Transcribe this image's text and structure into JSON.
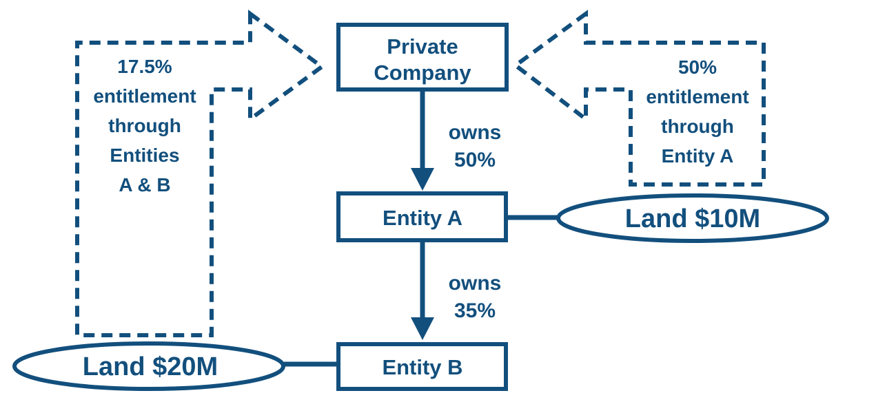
{
  "colors": {
    "accent": "#124F7D",
    "background": "#FFFFFF"
  },
  "diagram": {
    "nodes": {
      "private_company": {
        "line1": "Private",
        "line2": "Company"
      },
      "entity_a": {
        "label": "Entity A"
      },
      "entity_b": {
        "label": "Entity B"
      }
    },
    "ownership_edges": {
      "company_owns_a": {
        "line1": "owns",
        "line2": "50%"
      },
      "a_owns_b": {
        "line1": "owns",
        "line2": "35%"
      }
    },
    "assets": {
      "entity_a_land": {
        "label": "Land $10M"
      },
      "entity_b_land": {
        "label": "Land $20M"
      }
    },
    "callouts": {
      "left": {
        "lines": [
          "17.5%",
          "entitlement",
          "through",
          "Entities",
          "A & B"
        ]
      },
      "right": {
        "lines": [
          "50%",
          "entitlement",
          "through",
          "Entity A"
        ]
      }
    }
  }
}
